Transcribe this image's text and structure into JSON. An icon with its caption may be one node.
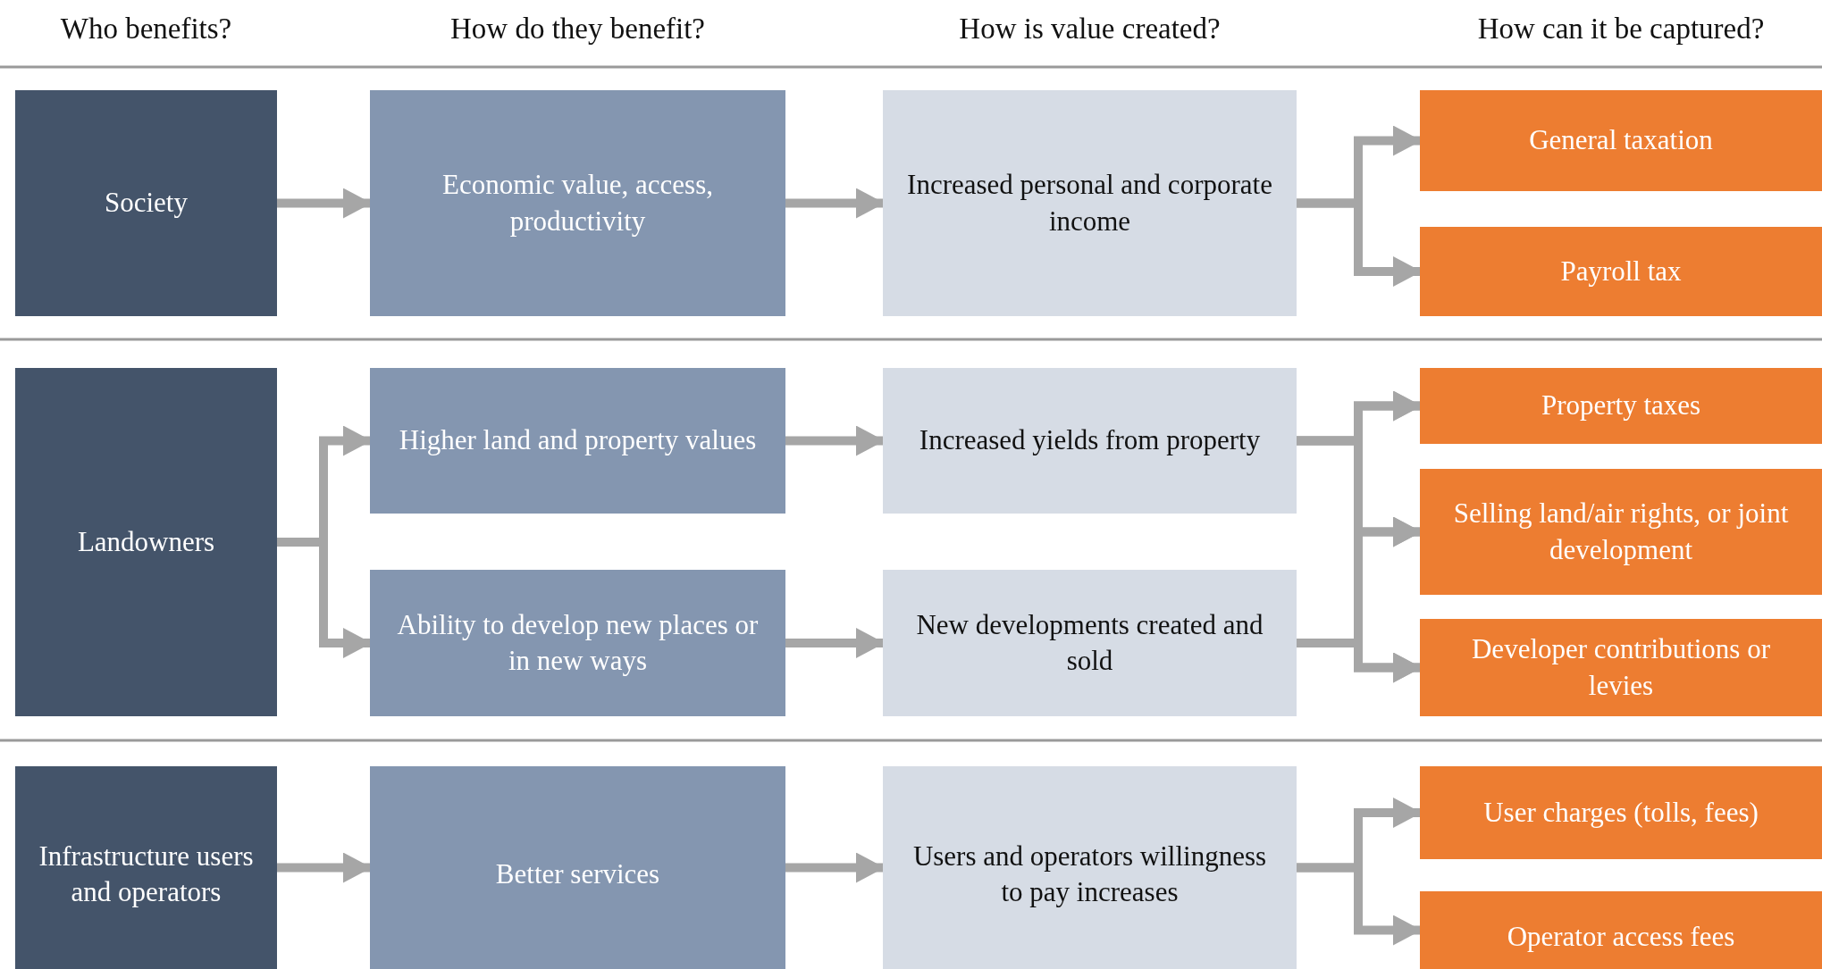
{
  "diagram": {
    "nodes": [
      {
        "text": [
          "Society"
        ]
      },
      {
        "text": [
          "Economic value, access, productivity"
        ]
      },
      {
        "text": [
          "Increased personal and corporate income"
        ]
      },
      {
        "text": [
          "General taxation"
        ]
      },
      {
        "text": [
          "Payroll tax"
        ]
      },
      {
        "text": [
          "Landowners"
        ]
      },
      {
        "text": [
          "Higher land and property values"
        ]
      },
      {
        "text": [
          "Increased yields from property"
        ]
      },
      {
        "text": [
          "Property taxes"
        ]
      },
      {
        "text": [
          "Selling land/air rights, or joint development"
        ]
      },
      {
        "text": [
          "Ability to develop new places or in new ways"
        ]
      },
      {
        "text": [
          "New developments created and sold"
        ]
      },
      {
        "text": [
          "Developer contributions or levies"
        ]
      },
      {
        "text": [
          "Infrastructure users and operators"
        ]
      },
      {
        "text": [
          "Better services"
        ]
      },
      {
        "text": [
          "Users and operators willingness to pay increases"
        ]
      },
      {
        "text": [
          "User charges (tolls, fees)"
        ]
      },
      {
        "text": [
          "Operator access fees"
        ]
      }
    ],
    "edges": [
      {
        "from": 0,
        "to": 1,
        "arrow": "to"
      },
      {
        "from": 1,
        "to": 2,
        "arrow": "to"
      },
      {
        "from": 2,
        "to": 3,
        "arrow": "to"
      },
      {
        "from": 2,
        "to": 4,
        "arrow": "to"
      },
      {
        "from": 5,
        "to": 6,
        "arrow": "to"
      },
      {
        "from": 5,
        "to": 10,
        "arrow": "to"
      },
      {
        "from": 6,
        "to": 7,
        "arrow": "to"
      },
      {
        "from": 10,
        "to": 11,
        "arrow": "to"
      },
      {
        "from": 7,
        "to": 8,
        "arrow": "to"
      },
      {
        "from": 7,
        "to": 9,
        "arrow": "to"
      },
      {
        "from": 7,
        "to": 12,
        "arrow": "to"
      },
      {
        "from": 11,
        "to": 8,
        "arrow": "to"
      },
      {
        "from": 11,
        "to": 9,
        "arrow": "to"
      },
      {
        "from": 11,
        "to": 12,
        "arrow": "to"
      },
      {
        "from": 13,
        "to": 14,
        "arrow": "to"
      },
      {
        "from": 14,
        "to": 15,
        "arrow": "to"
      },
      {
        "from": 15,
        "to": 16,
        "arrow": "to"
      },
      {
        "from": 15,
        "to": 17,
        "arrow": "to"
      }
    ],
    "labels": [
      "Who benefits?",
      "How do they benefit?",
      "How is value created?",
      "How can it be captured?"
    ]
  }
}
